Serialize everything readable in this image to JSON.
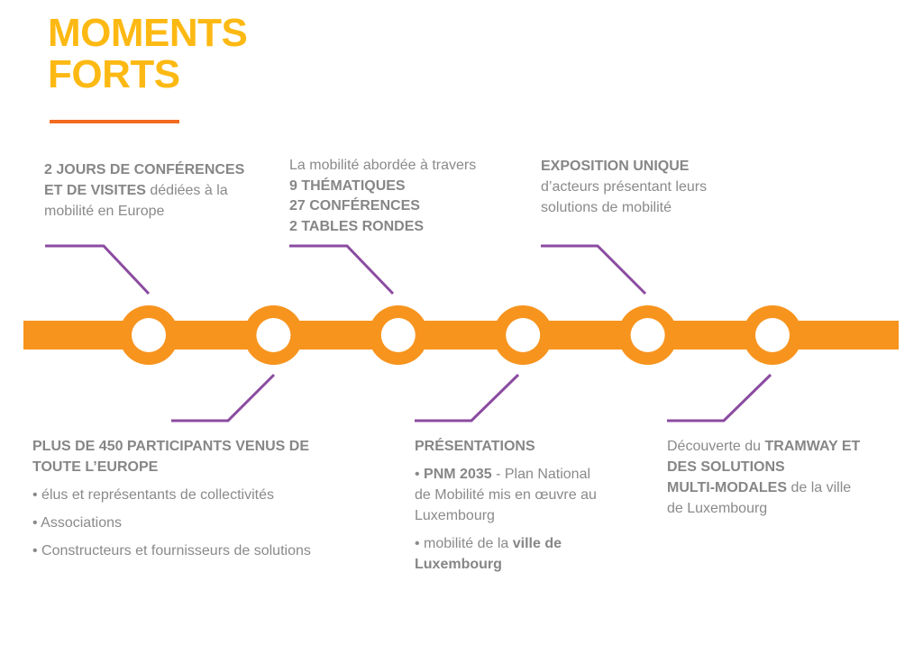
{
  "title": {
    "line1": "MOMENTS",
    "line2": "FORTS"
  },
  "colors": {
    "title": "#FDB913",
    "underline": "#F26B21",
    "track": "#F7941E",
    "connector": "#8B4BA0",
    "text": "#8a8a8a"
  },
  "stations": 6,
  "top": [
    {
      "b1": "2 JOURS DE CONFÉRENCES",
      "b2": "ET DE VISITES",
      "t2": " dédiées à la",
      "t3": "mobilité en Europe"
    },
    {
      "t1": "La mobilité abordée à travers",
      "b2": "9 THÉMATIQUES",
      "b3": "27 CONFÉRENCES",
      "b4": "2 TABLES RONDES"
    },
    {
      "b1": "EXPOSITION UNIQUE",
      "t2": "d’acteurs présentant leurs",
      "t3": "solutions de mobilité"
    }
  ],
  "bottom": [
    {
      "b1": "PLUS DE 450 PARTICIPANTS VENUS DE",
      "b2": "TOUTE L’EUROPE",
      "bullets": [
        "• élus et représentants de collectivités",
        "• Associations",
        "• Constructeurs et fournisseurs de solutions"
      ]
    },
    {
      "b1": "PRÉSENTATIONS",
      "p1_prefix": "• ",
      "p1_bold": "PNM 2035",
      "p1_rest": " - Plan National",
      "p1_l2": "de Mobilité mis en œuvre au",
      "p1_l3": "Luxembourg",
      "p2_text": "• mobilité de la ",
      "p2_bold": "ville de",
      "p2_l2": "Luxembourg"
    },
    {
      "t1": "Découverte du ",
      "b1": "TRAMWAY ET",
      "b2": "DES SOLUTIONS",
      "b3": "MULTI-MODALES",
      "t3": " de la ville",
      "t4": "de Luxembourg"
    }
  ]
}
